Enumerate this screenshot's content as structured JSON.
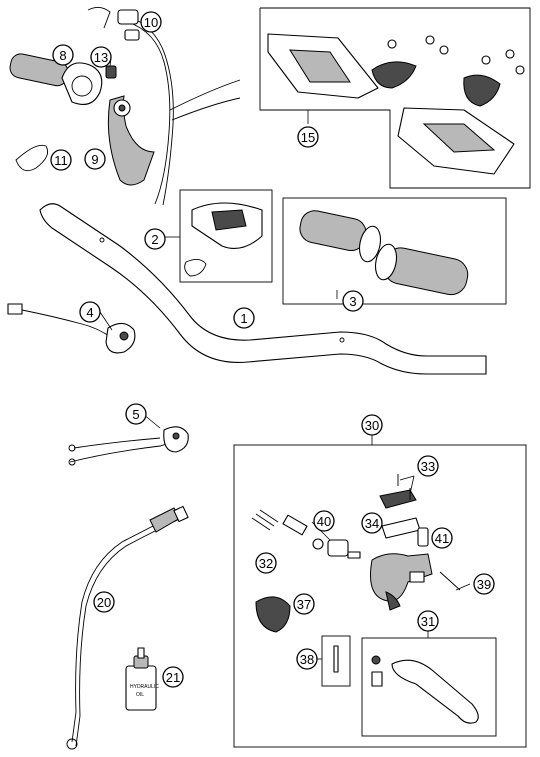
{
  "diagram": {
    "type": "exploded-parts-diagram",
    "callouts": [
      {
        "id": "1",
        "label": "1"
      },
      {
        "id": "2",
        "label": "2"
      },
      {
        "id": "3",
        "label": "3"
      },
      {
        "id": "4",
        "label": "4"
      },
      {
        "id": "5",
        "label": "5"
      },
      {
        "id": "8",
        "label": "8"
      },
      {
        "id": "9",
        "label": "9"
      },
      {
        "id": "10",
        "label": "10"
      },
      {
        "id": "11",
        "label": "11"
      },
      {
        "id": "13",
        "label": "13"
      },
      {
        "id": "15",
        "label": "15"
      },
      {
        "id": "20",
        "label": "20"
      },
      {
        "id": "21",
        "label": "21"
      },
      {
        "id": "30",
        "label": "30"
      },
      {
        "id": "31",
        "label": "31"
      },
      {
        "id": "32",
        "label": "32"
      },
      {
        "id": "33",
        "label": "33"
      },
      {
        "id": "34",
        "label": "34"
      },
      {
        "id": "37",
        "label": "37"
      },
      {
        "id": "38",
        "label": "38"
      },
      {
        "id": "39",
        "label": "39"
      },
      {
        "id": "40",
        "label": "40"
      },
      {
        "id": "41",
        "label": "41"
      }
    ],
    "colors": {
      "line": "#000000",
      "background": "#ffffff",
      "shading": "#4a4a4a",
      "mid_shading": "#b8b8b8"
    }
  }
}
